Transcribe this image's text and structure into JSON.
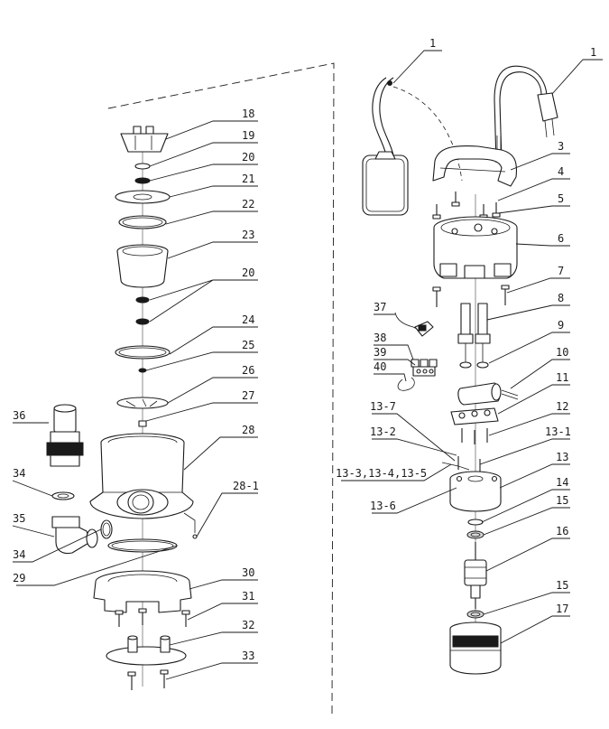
{
  "callouts": [
    {
      "id": "c-1a",
      "text": "1"
    },
    {
      "id": "c-1b",
      "text": "1"
    },
    {
      "id": "c-3",
      "text": "3"
    },
    {
      "id": "c-4",
      "text": "4"
    },
    {
      "id": "c-5",
      "text": "5"
    },
    {
      "id": "c-6",
      "text": "6"
    },
    {
      "id": "c-7",
      "text": "7"
    },
    {
      "id": "c-8",
      "text": "8"
    },
    {
      "id": "c-9",
      "text": "9"
    },
    {
      "id": "c-10",
      "text": "10"
    },
    {
      "id": "c-11",
      "text": "11"
    },
    {
      "id": "c-12",
      "text": "12"
    },
    {
      "id": "c-13",
      "text": "13"
    },
    {
      "id": "c-13-1",
      "text": "13-1"
    },
    {
      "id": "c-13-2",
      "text": "13-2"
    },
    {
      "id": "c-13-345",
      "text": "13-3,13-4,13-5"
    },
    {
      "id": "c-13-6",
      "text": "13-6"
    },
    {
      "id": "c-13-7",
      "text": "13-7"
    },
    {
      "id": "c-14",
      "text": "14"
    },
    {
      "id": "c-15a",
      "text": "15"
    },
    {
      "id": "c-15b",
      "text": "15"
    },
    {
      "id": "c-16",
      "text": "16"
    },
    {
      "id": "c-17",
      "text": "17"
    },
    {
      "id": "c-18",
      "text": "18"
    },
    {
      "id": "c-19",
      "text": "19"
    },
    {
      "id": "c-20a",
      "text": "20"
    },
    {
      "id": "c-20b",
      "text": "20"
    },
    {
      "id": "c-21",
      "text": "21"
    },
    {
      "id": "c-22",
      "text": "22"
    },
    {
      "id": "c-23",
      "text": "23"
    },
    {
      "id": "c-24",
      "text": "24"
    },
    {
      "id": "c-25",
      "text": "25"
    },
    {
      "id": "c-26",
      "text": "26"
    },
    {
      "id": "c-27",
      "text": "27"
    },
    {
      "id": "c-28",
      "text": "28"
    },
    {
      "id": "c-28-1",
      "text": "28-1"
    },
    {
      "id": "c-29",
      "text": "29"
    },
    {
      "id": "c-30",
      "text": "30"
    },
    {
      "id": "c-31",
      "text": "31"
    },
    {
      "id": "c-32",
      "text": "32"
    },
    {
      "id": "c-33",
      "text": "33"
    },
    {
      "id": "c-34a",
      "text": "34"
    },
    {
      "id": "c-34b",
      "text": "34"
    },
    {
      "id": "c-35",
      "text": "35"
    },
    {
      "id": "c-36",
      "text": "36"
    },
    {
      "id": "c-37",
      "text": "37"
    },
    {
      "id": "c-38",
      "text": "38"
    },
    {
      "id": "c-39",
      "text": "39"
    },
    {
      "id": "c-40",
      "text": "40"
    }
  ]
}
